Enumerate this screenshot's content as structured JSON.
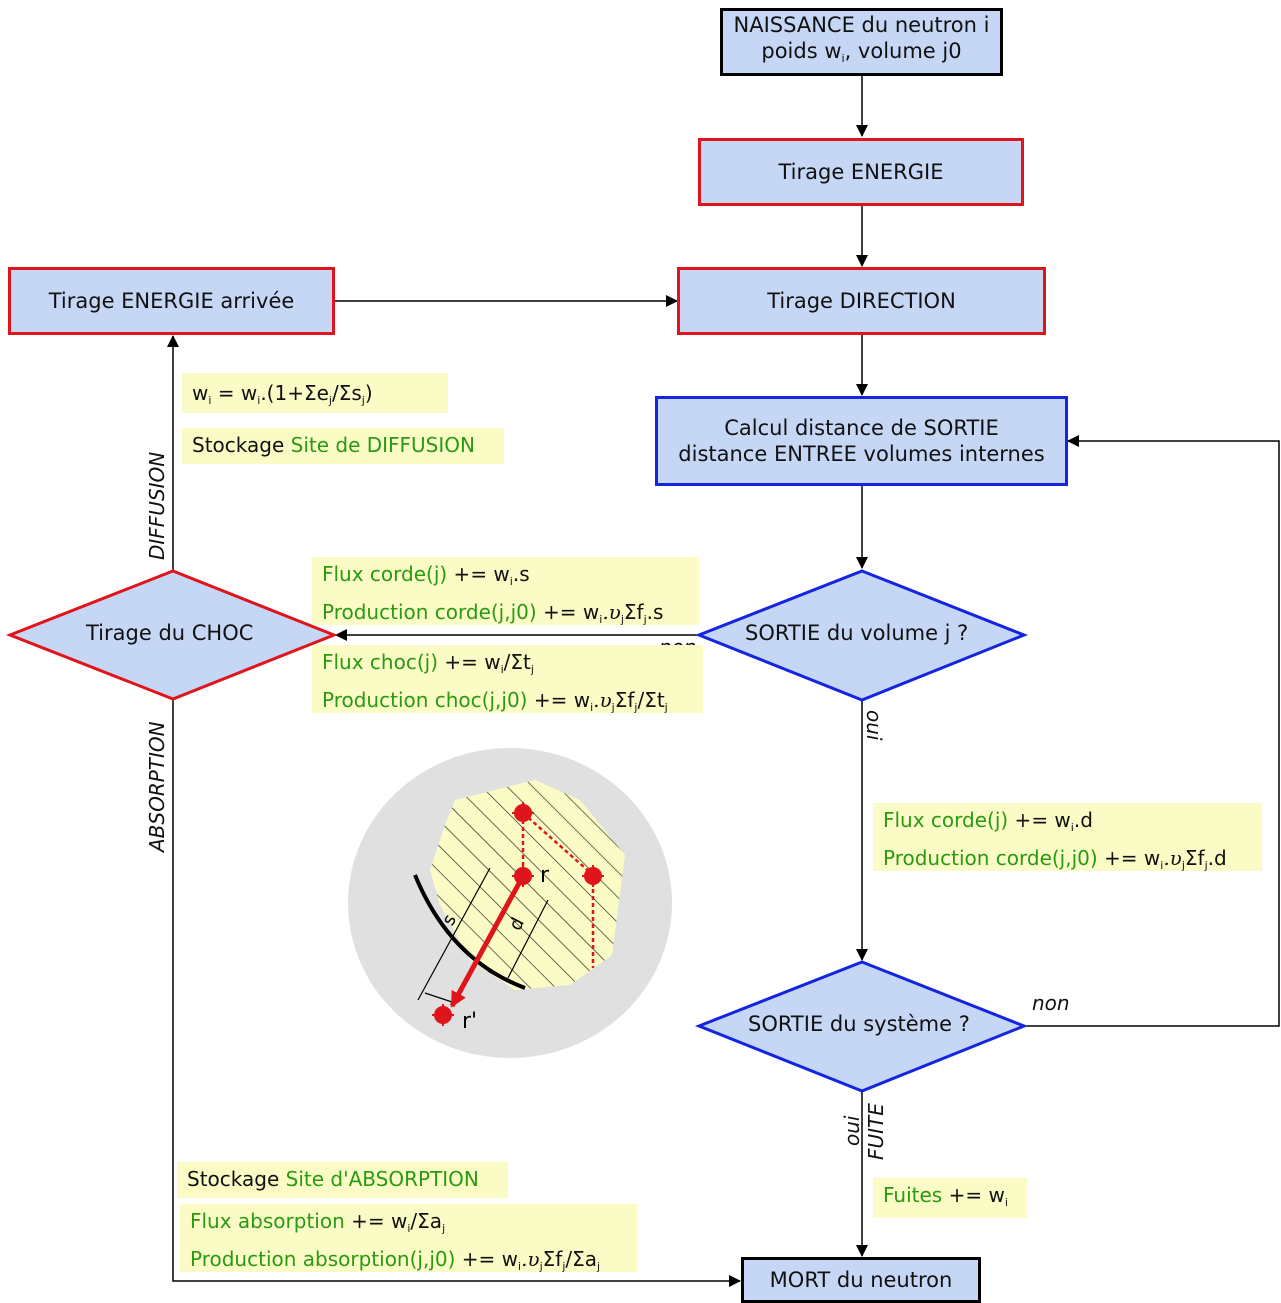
{
  "nodes": {
    "naissance": {
      "line1": "NAISSANCE du neutron i",
      "line2_a": "poids w",
      "line2_sub": "i",
      "line2_b": ", volume j0"
    },
    "tirage_energie": "Tirage ENERGIE",
    "tirage_direction": "Tirage DIRECTION",
    "tirage_energie_arrivee": "Tirage ENERGIE arrivée",
    "calcul_distance": {
      "line1": "Calcul distance de SORTIE",
      "line2": "distance ENTREE volumes internes"
    },
    "sortie_volume": "SORTIE du volume j ?",
    "tirage_choc": "Tirage du CHOC",
    "sortie_systeme": "SORTIE du système ?",
    "mort": "MORT du neutron"
  },
  "edge_labels": {
    "non_volume": "non",
    "oui_volume": "oui",
    "non_systeme": "non",
    "oui_systeme": "oui",
    "fuite": "FUITE",
    "diffusion": "DIFFUSION",
    "absorption": "ABSORPTION"
  },
  "notes": {
    "weight_update": {
      "w": "w",
      "i": "i",
      "eq": " = w",
      "i2": "i",
      "rest": ".(1+Σe",
      "j": "j",
      "slash": "/Σs",
      "j2": "j",
      "close": ")"
    },
    "stockage_diffusion": {
      "black": "Stockage ",
      "green": "Site de DIFFUSION"
    },
    "flux_corde_s": {
      "green": "Flux corde(j)",
      "black": " += w",
      "sub": "i",
      "tail": ".s"
    },
    "prod_corde_s": {
      "green": "Production corde(j,j0)",
      "black": " += w",
      "sub1": "i",
      "dot": ".υ",
      "sub2": "j",
      "sig": "Σf",
      "sub3": "j",
      "tail": ".s"
    },
    "flux_choc": {
      "green": "Flux choc(j)",
      "black": " += w",
      "sub1": "i",
      "mid": "/Σt",
      "sub2": "j"
    },
    "prod_choc": {
      "green": "Production choc(j,j0)",
      "black": " += w",
      "sub1": "i",
      "dot": ".υ",
      "sub2": "j",
      "sig": "Σf",
      "sub3": "j",
      "mid": "/Σt",
      "sub4": "j"
    },
    "flux_corde_d": {
      "green": "Flux corde(j)",
      "black": " += w",
      "sub": "i",
      "tail": ".d"
    },
    "prod_corde_d": {
      "green": "Production corde(j,j0)",
      "black": " += w",
      "sub1": "i",
      "dot": ".υ",
      "sub2": "j",
      "sig": "Σf",
      "sub3": "j",
      "tail": ".d"
    },
    "fuites": {
      "green": "Fuites",
      "black": " += w",
      "sub": "i"
    },
    "stockage_absorption": {
      "black": "Stockage ",
      "green": "Site d'ABSORPTION"
    },
    "flux_absorption": {
      "green": "Flux absorption",
      "black": " += w",
      "sub1": "i",
      "mid": "/Σa",
      "sub2": "j"
    },
    "prod_absorption": {
      "green": "Production absorption(j,j0)",
      "black": " += w",
      "sub1": "i",
      "dot": ".υ",
      "sub2": "j",
      "sig": "Σf",
      "sub3": "j",
      "mid": "/Σa",
      "sub4": "j"
    }
  },
  "illustration": {
    "r": "r",
    "r_prime": "r'",
    "s": "s",
    "d": "d"
  },
  "colors": {
    "box_fill": "#c5d7f5",
    "red_border": "#e0141b",
    "blue_border": "#1424e0",
    "note_fill": "#fbfbc6",
    "green_text": "#2a9a12"
  }
}
